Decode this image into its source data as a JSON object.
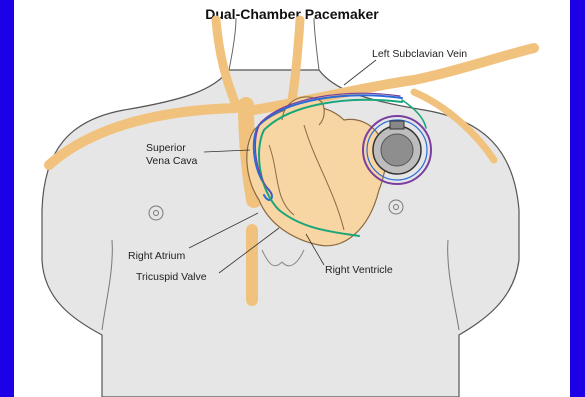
{
  "title": "Dual-Chamber Pacemaker",
  "labels": {
    "left_subclavian_vein": "Left Subclavian Vein",
    "superior_vena_cava_1": "Superior",
    "superior_vena_cava_2": "Vena Cava",
    "right_atrium": "Right Atrium",
    "tricuspid_valve": "Tricuspid Valve",
    "right_ventricle": "Right Ventricle"
  },
  "colors": {
    "border": "#1c00e6",
    "skin": "#e6e6e6",
    "vessel": "#f1c27d",
    "heart": "#f7d6a4",
    "lead_blue": "#2a6bd8",
    "lead_green": "#1aa57a",
    "lead_purple": "#7a3fa0"
  }
}
